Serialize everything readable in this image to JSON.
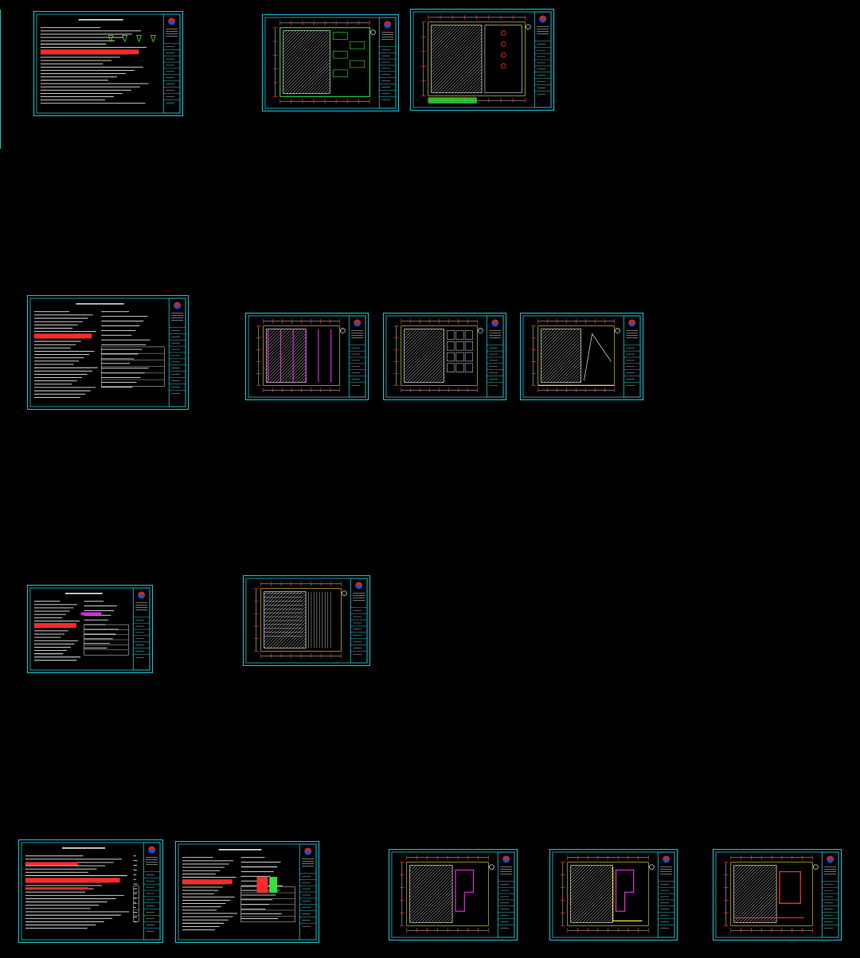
{
  "app": {
    "title": ""
  },
  "colors": {
    "background": "#000000",
    "frame": "#19c6d6",
    "line": "#e8e8e8",
    "accent_red": "#ff2a2a",
    "accent_green": "#38e03a",
    "accent_magenta": "#d52bd5",
    "accent_yellow": "#f2e230"
  },
  "sheets": [
    {
      "kind": "notes"
    },
    {
      "kind": "plan-green"
    },
    {
      "kind": "plan-legend"
    },
    {
      "kind": "notes-table"
    },
    {
      "kind": "plan-magenta"
    },
    {
      "kind": "plan-grid"
    },
    {
      "kind": "plan-yellow"
    },
    {
      "kind": "notes-small"
    },
    {
      "kind": "plan-tiled"
    },
    {
      "kind": "notes-red"
    },
    {
      "kind": "notes-diagram"
    },
    {
      "kind": "plan-purple"
    },
    {
      "kind": "plan-purple-yellow"
    },
    {
      "kind": "plan-red"
    }
  ]
}
